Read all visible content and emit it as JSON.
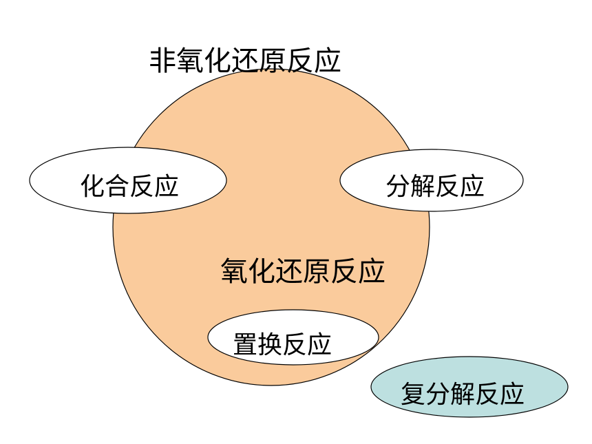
{
  "title": "非氧化还原反应",
  "regions": {
    "redox": {
      "label": "氧化还原反应",
      "fill": "#FACB9C"
    },
    "combination": {
      "label": "化合反应",
      "fill": "#FFFFFF"
    },
    "decomposition": {
      "label": "分解反应",
      "fill": "#FFFFFF"
    },
    "displacement": {
      "label": "置换反应",
      "fill": "#FFFFFF"
    },
    "double_decomposition": {
      "label": "复分解反应",
      "fill": "#BDE0E0"
    }
  },
  "colors": {
    "outline": "#000000",
    "text": "#000000",
    "background": "#FFFFFF"
  }
}
